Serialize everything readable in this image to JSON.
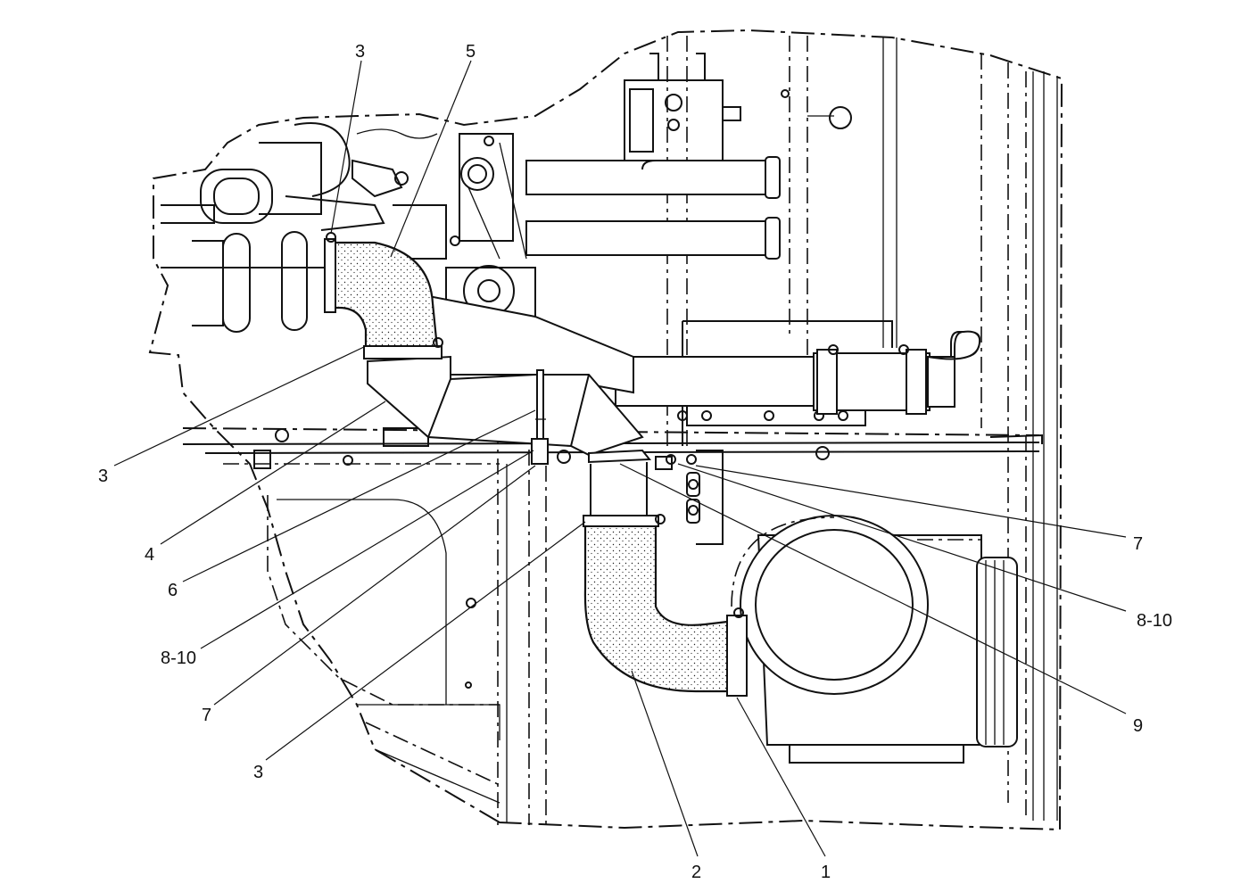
{
  "callouts": [
    {
      "id": "c3a",
      "text": "3"
    },
    {
      "id": "c5",
      "text": "5"
    },
    {
      "id": "c3b",
      "text": "3"
    },
    {
      "id": "c4",
      "text": "4"
    },
    {
      "id": "c6",
      "text": "6"
    },
    {
      "id": "c810a",
      "text": "8-10"
    },
    {
      "id": "c7a",
      "text": "7"
    },
    {
      "id": "c3c",
      "text": "3"
    },
    {
      "id": "c2",
      "text": "2"
    },
    {
      "id": "c1",
      "text": "1"
    },
    {
      "id": "c9",
      "text": "9"
    },
    {
      "id": "c810b",
      "text": "8-10"
    },
    {
      "id": "c7b",
      "text": "7"
    }
  ]
}
